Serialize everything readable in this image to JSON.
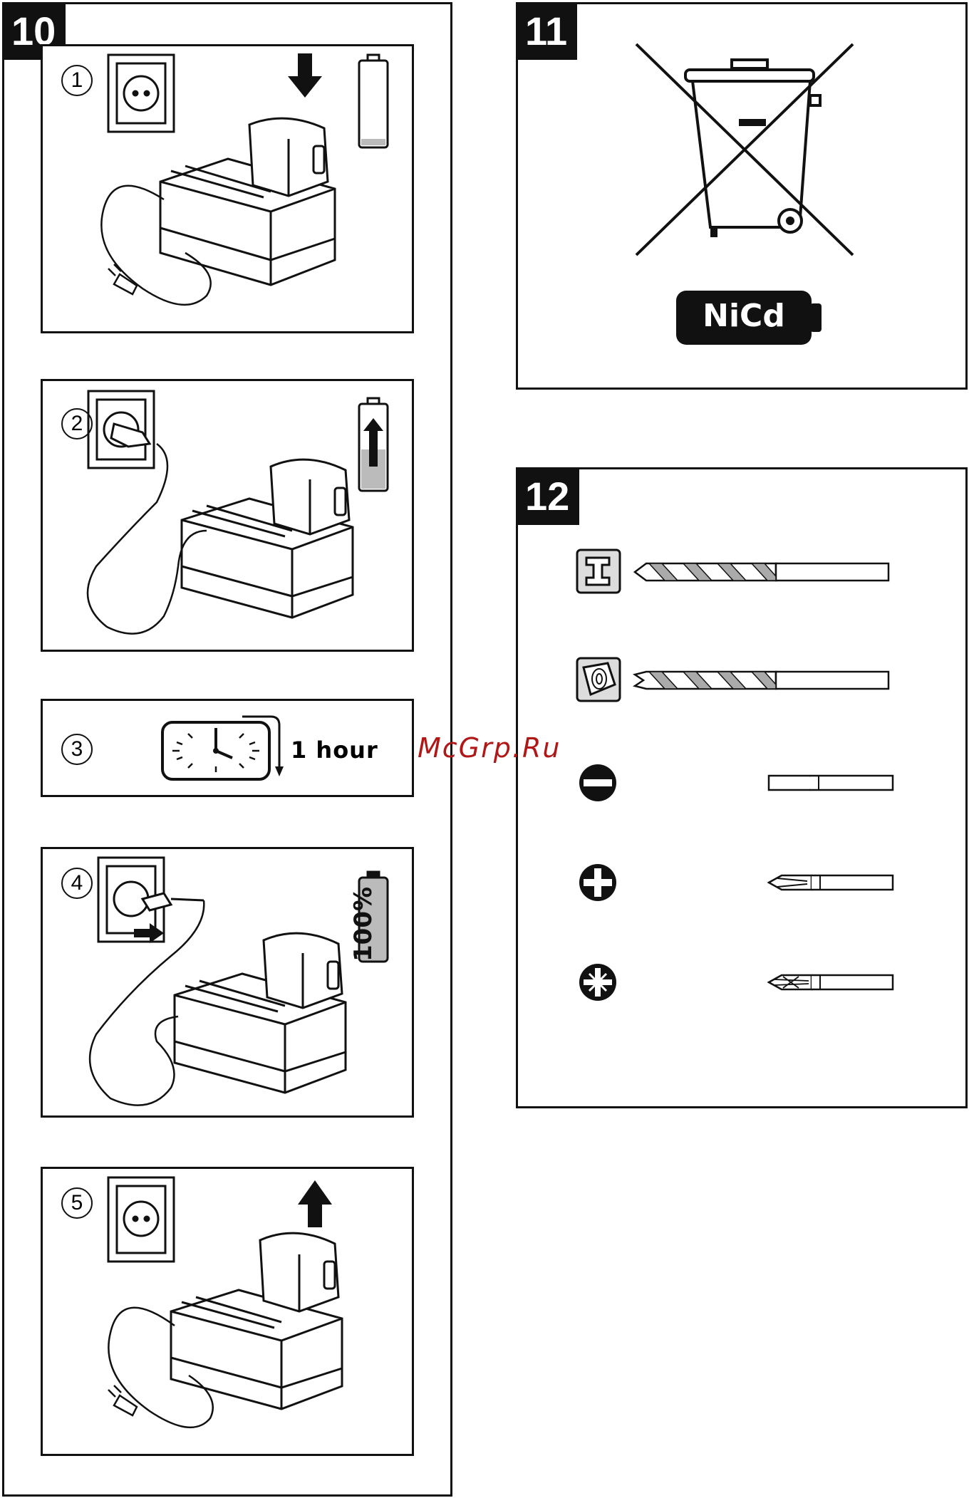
{
  "sections": {
    "s10": {
      "number": "10"
    },
    "s11": {
      "number": "11",
      "battery_label": "NiCd"
    },
    "s12": {
      "number": "12"
    }
  },
  "steps": [
    {
      "marker": "1"
    },
    {
      "marker": "2"
    },
    {
      "marker": "3",
      "duration": "1 hour"
    },
    {
      "marker": "4",
      "charge_level": "100%"
    },
    {
      "marker": "5"
    }
  ],
  "watermark": "McGrp.Ru"
}
